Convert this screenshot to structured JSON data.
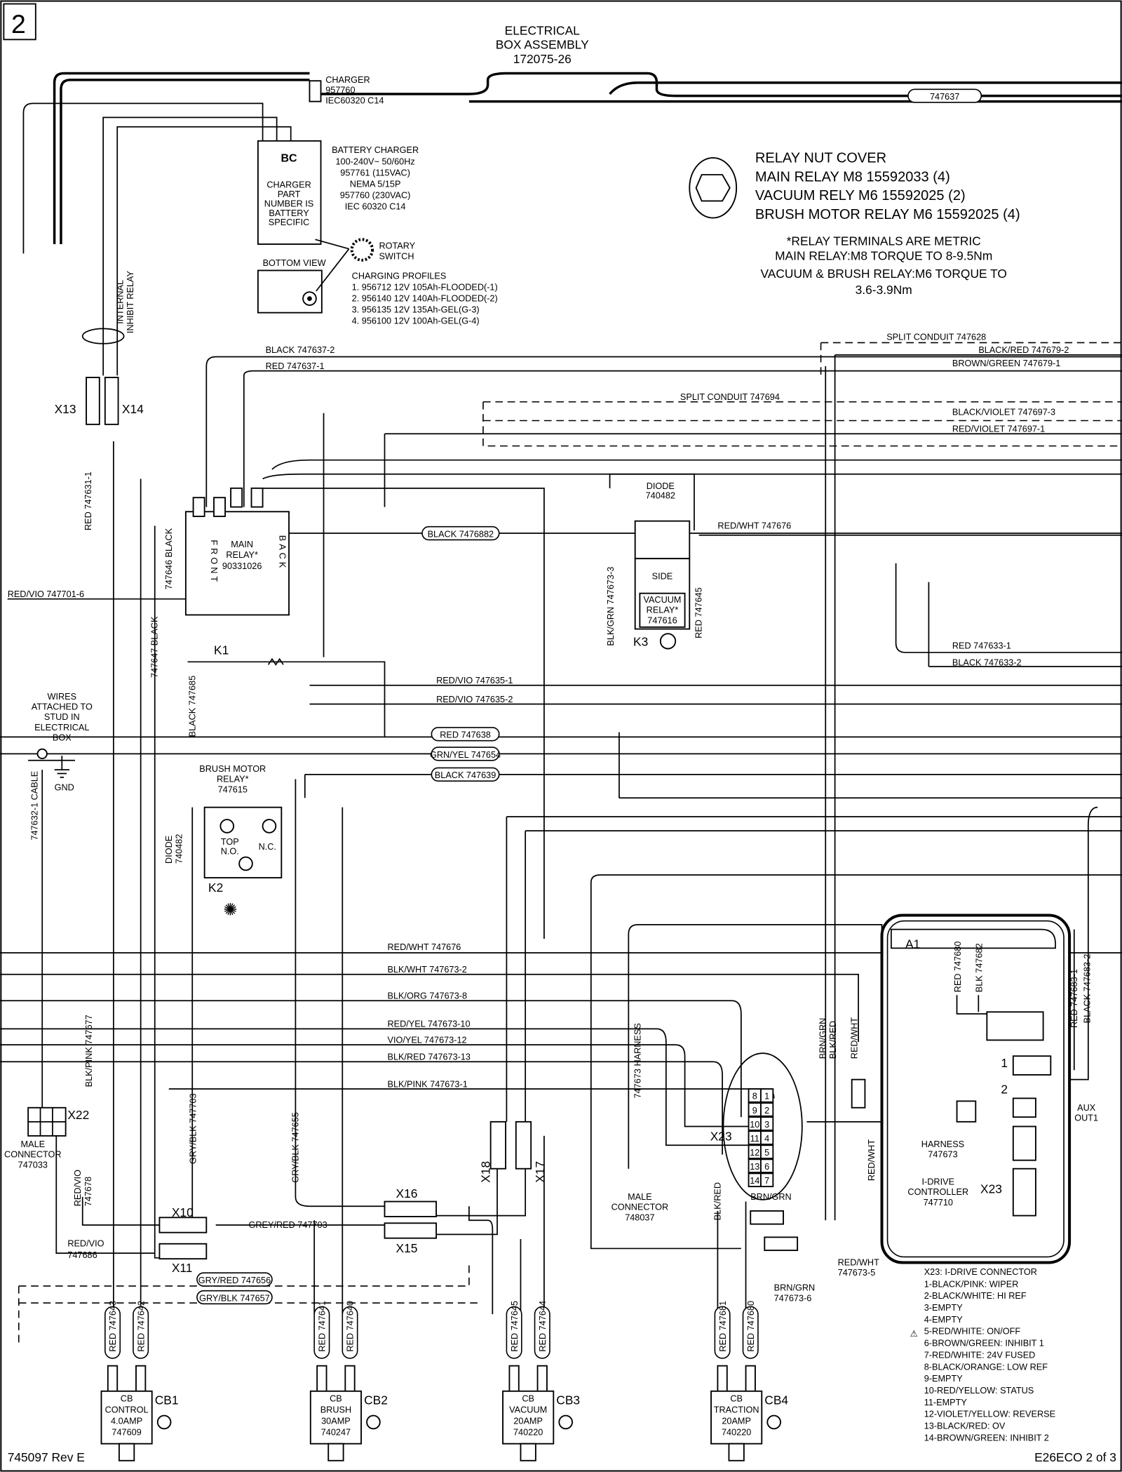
{
  "page_number": "2",
  "title": {
    "line1": "ELECTRICAL",
    "line2": "BOX ASSEMBLY",
    "line3": "172075-26"
  },
  "charger_plug": {
    "line1": "CHARGER",
    "line2": "957760",
    "line3": "IEC60320 C14"
  },
  "conduit_tag": "747637",
  "battery_charger_box": {
    "id": "BC",
    "note": [
      "CHARGER",
      "PART",
      "NUMBER IS",
      "BATTERY",
      "SPECIFIC"
    ],
    "bottom_view": "BOTTOM VIEW"
  },
  "battery_charger_spec": [
    "BATTERY CHARGER",
    "100-240V~ 50/60Hz",
    "957761 (115VAC)",
    "NEMA 5/15P",
    "957760 (230VAC)",
    "IEC 60320 C14"
  ],
  "rotary_switch": [
    "ROTARY",
    "SWITCH"
  ],
  "charging_profiles": {
    "title": "CHARGING PROFILES",
    "items": [
      "1. 956712 12V 105Ah-FLOODED(-1)",
      "2. 956140 12V 140Ah-FLOODED(-2)",
      "3. 956135 12V 135Ah-GEL(G-3)",
      "4. 956100 12V 100Ah-GEL(G-4)"
    ]
  },
  "relay_nut_cover": [
    "RELAY NUT COVER",
    "MAIN RELAY M8 15592033 (4)",
    "VACUUM RELY M6 15592025 (2)",
    "BRUSH MOTOR RELAY M6 15592025 (4)"
  ],
  "relay_terminals": [
    "*RELAY TERMINALS ARE METRIC",
    "MAIN RELAY:M8 TORQUE TO 8-9.5Nm",
    "VACUUM & BRUSH RELAY:M6 TORQUE TO",
    "3.6-3.9Nm"
  ],
  "internal_inhibit_relay": [
    "INTERNAL",
    "INHIBIT RELAY"
  ],
  "connectors": {
    "x10": "X10",
    "x11": "X11",
    "x13": "X13",
    "x14": "X14",
    "x15": "X15",
    "x16": "X16",
    "x17": "X17",
    "x18": "X18",
    "x22": "X22",
    "x23": "X23"
  },
  "k1": {
    "id": "K1",
    "label": [
      "MAIN",
      "RELAY*",
      "90331026"
    ],
    "front": "FRONT",
    "back": "BACK"
  },
  "k2": {
    "id": "K2",
    "label": [
      "BRUSH MOTOR",
      "RELAY*",
      "747615"
    ],
    "top": "TOP",
    "no": "N.O.",
    "nc": "N.C.",
    "diode": [
      "DIODE",
      "740482"
    ]
  },
  "k3": {
    "id": "K3",
    "diode": [
      "DIODE",
      "740482"
    ],
    "side": "SIDE",
    "label": [
      "VACUUM",
      "RELAY*",
      "747616"
    ]
  },
  "wires_attached": [
    "WIRES",
    "ATTACHED TO",
    "STUD IN",
    "ELECTRICAL",
    "BOX"
  ],
  "gnd": "GND",
  "male_connector_x22": [
    "MALE",
    "CONNECTOR",
    "747033"
  ],
  "male_connector_x23": [
    "MALE",
    "CONNECTOR",
    "748037"
  ],
  "wire_labels": {
    "black_747637_2": "BLACK 747637-2",
    "red_747637_1": "RED 747637-1",
    "split_conduit_747628": "SPLIT CONDUIT 747628",
    "black_red_747679_2": "BLACK/RED 747679-2",
    "brown_green_747679_1": "BROWN/GREEN 747679-1",
    "split_conduit_747694": "SPLIT CONDUIT 747694",
    "black_violet_747697_3": "BLACK/VIOLET 747697-3",
    "red_violet_747697_1": "RED/VIOLET 747697-1",
    "black_7476882": "BLACK 7476882",
    "red_wht_747676_top": "RED/WHT 747676",
    "red_vio_747701_6": "RED/VIO 747701-6",
    "red_747633_1": "RED 747633-1",
    "black_747633_2": "BLACK 747633-2",
    "red_vio_747635_1": "RED/VIO 747635-1",
    "red_vio_747635_2": "RED/VIO 747635-2",
    "red_747638": "RED 747638",
    "grn_yel_747654": "GRN/YEL 747654",
    "black_747639": "BLACK 747639",
    "red_wht_747676": "RED/WHT 747676",
    "blk_wht_747673_2": "BLK/WHT 747673-2",
    "blk_org_747673_8": "BLK/ORG 747673-8",
    "red_yel_747673_10": "RED/YEL 747673-10",
    "vio_yel_747673_12": "VIO/YEL 747673-12",
    "blk_red_747673_13": "BLK/RED 747673-13",
    "blk_pink_747673_1": "BLK/PINK 747673-1",
    "grey_red_747703": "GREY/RED 747703",
    "gry_red_747656": "GRY/RED 747656",
    "gry_blk_747657": "GRY/BLK 747657",
    "red_747631_1": "RED 747631-1",
    "black_747646": "747646 BLACK",
    "black_747647": "747647 BLACK",
    "black_747685": "BLACK 747685",
    "blk_grn_747673_3": "BLK/GRN 747673-3",
    "red_747645": "RED 747645",
    "cable_747632_1": "747632-1 CABLE",
    "blk_pink_747677": "BLK/PINK 747677",
    "gry_blk_747703": "GRY/BLK 747703",
    "gry_blk_747655": "GRY/BLK 747655",
    "harness_747673": "747673 HARNESS",
    "red_vio_747678": [
      "RED/VIO",
      "747678"
    ],
    "red_vio_747686": [
      "RED/VIO",
      "747686"
    ],
    "brn_grn_v": "BRN/GRN",
    "blk_red_v": "BLK/RED",
    "red_wht_v": "RED/WHT",
    "red_747680": "RED 747680",
    "blk_747682": "BLK 747682",
    "red_747683_1": "RED 747683-1",
    "black_747683_2": "BLACK 747683-2",
    "blk_red_x23": "BLK/RED",
    "red_wht_x23": "RED/WHT",
    "brn_grn_x23": "BRN/GRN",
    "red_wht_747673_5": [
      "RED/WHT",
      "747673-5"
    ],
    "brn_grn_747673_6": [
      "BRN/GRN",
      "747673-6"
    ],
    "red_747643": "RED 747643",
    "red_747642": "RED 747642",
    "red_747641": "RED 747641",
    "red_747640": "RED 747640",
    "red_747645_cb": "RED 747645",
    "red_747644": "RED 747644",
    "red_747681": "RED 747681",
    "red_747680_cb": "RED 747680"
  },
  "x23_pins": [
    "1",
    "2",
    "3",
    "4",
    "5",
    "6",
    "7",
    "8",
    "9",
    "10",
    "11",
    "12",
    "13",
    "14"
  ],
  "controller": {
    "id": "A1",
    "harness": [
      "HARNESS",
      "747673"
    ],
    "name": [
      "I-DRIVE",
      "CONTROLLER",
      "747710"
    ],
    "x23": "X23",
    "aux": [
      "AUX",
      "OUT1"
    ],
    "pin1": "1",
    "pin2": "2"
  },
  "circuit_breakers": [
    {
      "id": "CB1",
      "label": [
        "CB",
        "CONTROL",
        "4.0AMP",
        "747609"
      ]
    },
    {
      "id": "CB2",
      "label": [
        "CB",
        "BRUSH",
        "30AMP",
        "740247"
      ]
    },
    {
      "id": "CB3",
      "label": [
        "CB",
        "VACUUM",
        "20AMP",
        "740220"
      ]
    },
    {
      "id": "CB4",
      "label": [
        "CB",
        "TRACTION",
        "20AMP",
        "740220"
      ]
    }
  ],
  "x23_legend": {
    "title": "X23: I-DRIVE CONNECTOR",
    "items": [
      "1-BLACK/PINK: WIPER",
      "2-BLACK/WHITE: HI REF",
      "3-EMPTY",
      "4-EMPTY",
      "5-RED/WHITE: ON/OFF",
      "6-BROWN/GREEN: INHIBIT 1",
      "7-RED/WHITE: 24V FUSED",
      "8-BLACK/ORANGE: LOW REF",
      "9-EMPTY",
      "10-RED/YELLOW: STATUS",
      "11-EMPTY",
      "12-VIOLET/YELLOW: REVERSE",
      "13-BLACK/RED: OV",
      "14-BROWN/GREEN: INHIBIT 2"
    ]
  },
  "footer": {
    "left": "745097 Rev E",
    "right": "E26ECO 2 of 3"
  }
}
